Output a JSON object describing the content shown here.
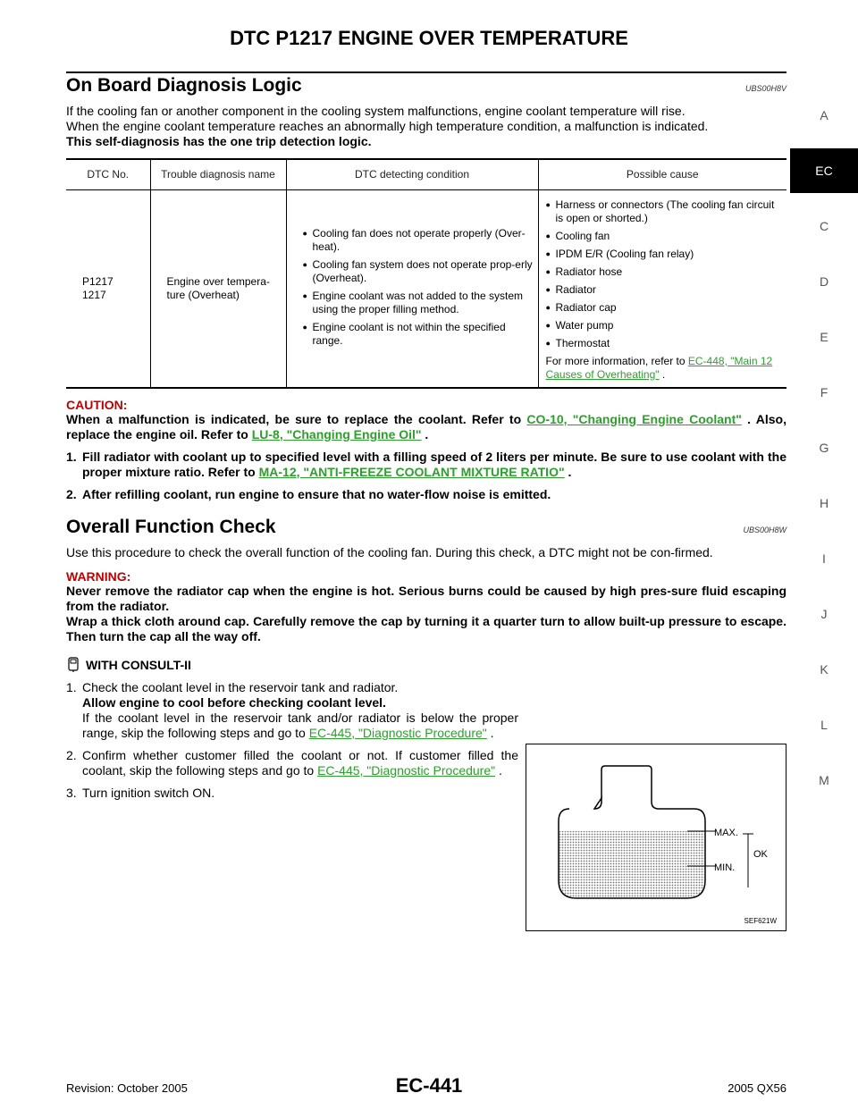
{
  "header": {
    "title": "DTC P1217 ENGINE OVER TEMPERATURE"
  },
  "side_tabs": [
    "A",
    "EC",
    "C",
    "D",
    "E",
    "F",
    "G",
    "H",
    "I",
    "J",
    "K",
    "L",
    "M"
  ],
  "section1": {
    "heading": "On Board Diagnosis Logic",
    "code": "UBS00H8V",
    "p1": "If the cooling fan or another component in the cooling system malfunctions, engine coolant temperature will rise.",
    "p2": "When the engine coolant temperature reaches an abnormally high temperature condition, a malfunction is indicated.",
    "p3": "This self-diagnosis has the one trip detection logic."
  },
  "table": {
    "headers": [
      "DTC No.",
      "Trouble diagnosis name",
      "DTC detecting condition",
      "Possible cause"
    ],
    "dtc_no": "P1217",
    "dtc_no2": "1217",
    "name": "Engine over tempera-ture (Overheat)",
    "conditions": [
      "Cooling fan does not operate properly (Over-heat).",
      "Cooling fan system does not operate prop-erly (Overheat).",
      "Engine coolant was not added to the system using the proper filling method.",
      "Engine coolant is not within the specified range."
    ],
    "causes": [
      "Harness or connectors (The cooling fan circuit is open or shorted.)",
      "Cooling fan",
      "IPDM E/R (Cooling fan relay)",
      "Radiator hose",
      "Radiator",
      "Radiator cap",
      "Water pump",
      "Thermostat"
    ],
    "more_info_prefix": "For more information, refer to ",
    "more_info_link": "EC-448, \"Main 12 Causes of Overheating\"",
    "more_info_suffix": " ."
  },
  "caution": {
    "label": "CAUTION:",
    "text1": "When a malfunction is indicated, be sure to replace the coolant. Refer to ",
    "link1": "CO-10, \"Changing Engine Coolant\"",
    "text2": " . Also, replace the engine oil. Refer to ",
    "link2": "LU-8, \"Changing Engine Oil\"",
    "text3": " .",
    "step1_num": "1.",
    "step1_text": "Fill radiator with coolant up to specified level with a filling speed of 2 liters per minute. Be sure to use coolant with the proper mixture ratio. Refer to ",
    "step1_link": "MA-12, \"ANTI-FREEZE COOLANT MIXTURE RATIO\"",
    "step1_end": " .",
    "step2_num": "2.",
    "step2_text": "After refilling coolant, run engine to ensure that no water-flow noise is emitted."
  },
  "section2": {
    "heading": "Overall Function Check",
    "code": "UBS00H8W",
    "intro": "Use this procedure to check the overall function of the cooling fan. During this check, a DTC might not be con-firmed.",
    "warning_label": "WARNING:",
    "warning1": "Never remove the radiator cap when the engine is hot. Serious burns could be caused by high pres-sure fluid escaping from the radiator.",
    "warning2": "Wrap a thick cloth around cap. Carefully remove the cap by turning it a quarter turn to allow built-up pressure to escape. Then turn the cap all the way off.",
    "consult_label": "WITH CONSULT-II",
    "s1_num": "1.",
    "s1_text": "Check the coolant level in the reservoir tank and radiator.",
    "s1_bold": "Allow engine to cool before checking coolant level.",
    "s1_more": "If the coolant level in the reservoir tank and/or radiator is below the proper range, skip the following steps and go to ",
    "s1_link": "EC-445, \"Diagnostic Procedure\"",
    "s1_end": " .",
    "s2_num": "2.",
    "s2_text": "Confirm whether customer filled the coolant or not. If customer filled the coolant, skip the following steps and go to ",
    "s2_link": "EC-445, \"Diagnostic Procedure\"",
    "s2_end": " .",
    "s3_num": "3.",
    "s3_text": "Turn ignition switch ON."
  },
  "diagram": {
    "max": "MAX.",
    "min": "MIN.",
    "ok": "OK",
    "id": "SEF621W"
  },
  "footer": {
    "left": "Revision: October 2005",
    "center": "EC-441",
    "right": "2005 QX56"
  }
}
